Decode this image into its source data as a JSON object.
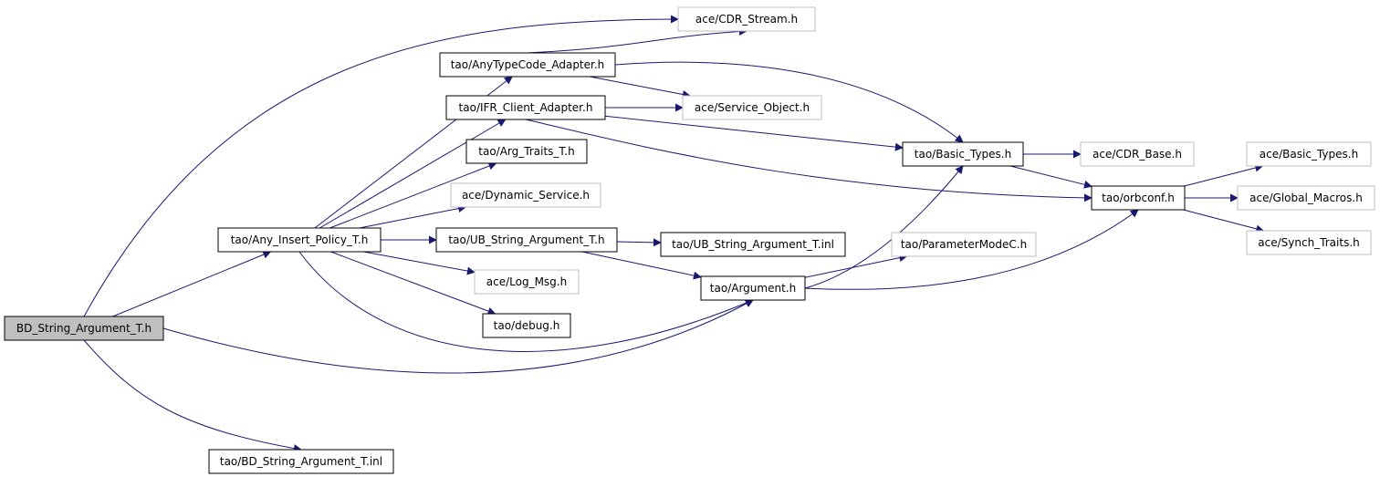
{
  "colors": {
    "edge": "#191970",
    "box_black": "#000000",
    "box_gray": "#bfbfbf",
    "root_fill": "#bfbfbf"
  },
  "nodes": [
    {
      "id": "n_root",
      "label": "BD_String_Argument_T.h",
      "style": "root"
    },
    {
      "id": "n_aip",
      "label": "tao/Any_Insert_Policy_T.h",
      "style": "black"
    },
    {
      "id": "n_atca",
      "label": "tao/AnyTypeCode_Adapter.h",
      "style": "black"
    },
    {
      "id": "n_ifr",
      "label": "tao/IFR_Client_Adapter.h",
      "style": "black"
    },
    {
      "id": "n_argtraits",
      "label": "tao/Arg_Traits_T.h",
      "style": "black"
    },
    {
      "id": "n_dynsvc",
      "label": "ace/Dynamic_Service.h",
      "style": "gray"
    },
    {
      "id": "n_ubsa",
      "label": "tao/UB_String_Argument_T.h",
      "style": "black"
    },
    {
      "id": "n_ubsainl",
      "label": "tao/UB_String_Argument_T.inl",
      "style": "black"
    },
    {
      "id": "n_logmsg",
      "label": "ace/Log_Msg.h",
      "style": "gray"
    },
    {
      "id": "n_debug",
      "label": "tao/debug.h",
      "style": "black"
    },
    {
      "id": "n_bdinl",
      "label": "tao/BD_String_Argument_T.inl",
      "style": "black"
    },
    {
      "id": "n_cdrstream",
      "label": "ace/CDR_Stream.h",
      "style": "gray"
    },
    {
      "id": "n_svcobj",
      "label": "ace/Service_Object.h",
      "style": "gray"
    },
    {
      "id": "n_basic",
      "label": "tao/Basic_Types.h",
      "style": "black"
    },
    {
      "id": "n_cdrbase",
      "label": "ace/CDR_Base.h",
      "style": "gray"
    },
    {
      "id": "n_argument",
      "label": "tao/Argument.h",
      "style": "black"
    },
    {
      "id": "n_pmc",
      "label": "tao/ParameterModeC.h",
      "style": "gray"
    },
    {
      "id": "n_orbconf",
      "label": "tao/orbconf.h",
      "style": "black"
    },
    {
      "id": "n_acebasic",
      "label": "ace/Basic_Types.h",
      "style": "gray"
    },
    {
      "id": "n_globalmacros",
      "label": "ace/Global_Macros.h",
      "style": "gray"
    },
    {
      "id": "n_synch",
      "label": "ace/Synch_Traits.h",
      "style": "gray"
    }
  ],
  "edges": [
    {
      "from": "n_root",
      "to": "n_cdrstream"
    },
    {
      "from": "n_root",
      "to": "n_aip"
    },
    {
      "from": "n_root",
      "to": "n_argument"
    },
    {
      "from": "n_root",
      "to": "n_bdinl"
    },
    {
      "from": "n_aip",
      "to": "n_atca"
    },
    {
      "from": "n_aip",
      "to": "n_ifr"
    },
    {
      "from": "n_aip",
      "to": "n_argtraits"
    },
    {
      "from": "n_aip",
      "to": "n_dynsvc"
    },
    {
      "from": "n_aip",
      "to": "n_ubsa"
    },
    {
      "from": "n_aip",
      "to": "n_logmsg"
    },
    {
      "from": "n_aip",
      "to": "n_debug"
    },
    {
      "from": "n_aip",
      "to": "n_argument"
    },
    {
      "from": "n_atca",
      "to": "n_cdrstream"
    },
    {
      "from": "n_atca",
      "to": "n_svcobj"
    },
    {
      "from": "n_atca",
      "to": "n_basic"
    },
    {
      "from": "n_ifr",
      "to": "n_svcobj"
    },
    {
      "from": "n_ifr",
      "to": "n_basic"
    },
    {
      "from": "n_ifr",
      "to": "n_orbconf"
    },
    {
      "from": "n_ubsa",
      "to": "n_ubsainl"
    },
    {
      "from": "n_ubsa",
      "to": "n_argument"
    },
    {
      "from": "n_argument",
      "to": "n_basic"
    },
    {
      "from": "n_argument",
      "to": "n_pmc"
    },
    {
      "from": "n_argument",
      "to": "n_orbconf"
    },
    {
      "from": "n_basic",
      "to": "n_cdrbase"
    },
    {
      "from": "n_basic",
      "to": "n_orbconf"
    },
    {
      "from": "n_orbconf",
      "to": "n_acebasic"
    },
    {
      "from": "n_orbconf",
      "to": "n_globalmacros"
    },
    {
      "from": "n_orbconf",
      "to": "n_synch"
    }
  ]
}
